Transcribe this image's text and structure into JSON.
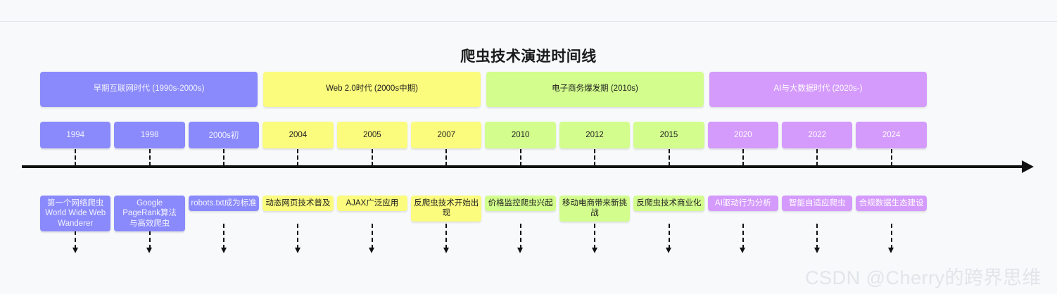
{
  "chart_data": {
    "type": "timeline",
    "title": "爬虫技术演进时间线",
    "xlabel": "",
    "ylabel": "",
    "grid": false,
    "legend": "none",
    "axis": {
      "direction": "right",
      "arrow": true
    },
    "palette": {
      "purple": "#8a8afc",
      "purple_text": "#f2f2ff",
      "yellow": "#fbfb7d",
      "yellow_text": "#1f1f1f",
      "green": "#d3fd8d",
      "green_text": "#1f1f1f",
      "violet": "#d49afc",
      "violet_text": "#ffffff",
      "axis": "#111111",
      "background": "#f7f9fb",
      "watermark": "#e2e5e9"
    },
    "eras": [
      {
        "label": "早期互联网时代 (1990s-2000s)",
        "color": "#8a8afc",
        "text_color": "#f2f2ff",
        "span": 3
      },
      {
        "label": "Web 2.0时代 (2000s中期)",
        "color": "#fbfb7d",
        "text_color": "#1f1f1f",
        "span": 3
      },
      {
        "label": "电子商务爆发期 (2010s)",
        "color": "#d3fd8d",
        "text_color": "#1f1f1f",
        "span": 3
      },
      {
        "label": "AI与大数据时代 (2020s-)",
        "color": "#d49afc",
        "text_color": "#ffffff",
        "span": 3
      }
    ],
    "milestones": [
      {
        "year": "1994",
        "event": "第一个网络爬虫\nWorld Wide Web\nWanderer",
        "era": "早期互联网时代 (1990s-2000s)",
        "color": "#8a8afc",
        "text_color": "#f2f2ff"
      },
      {
        "year": "1998",
        "event": "Google\nPageRank算法\n与高效爬虫",
        "era": "早期互联网时代 (1990s-2000s)",
        "color": "#8a8afc",
        "text_color": "#f2f2ff"
      },
      {
        "year": "2000s初",
        "event": "robots.txt成为标准",
        "era": "早期互联网时代 (1990s-2000s)",
        "color": "#8a8afc",
        "text_color": "#f2f2ff"
      },
      {
        "year": "2004",
        "event": "动态网页技术普及",
        "era": "Web 2.0时代 (2000s中期)",
        "color": "#fbfb7d",
        "text_color": "#1f1f1f"
      },
      {
        "year": "2005",
        "event": "AJAX广泛应用",
        "era": "Web 2.0时代 (2000s中期)",
        "color": "#fbfb7d",
        "text_color": "#1f1f1f"
      },
      {
        "year": "2007",
        "event": "反爬虫技术开始出现",
        "era": "Web 2.0时代 (2000s中期)",
        "color": "#fbfb7d",
        "text_color": "#1f1f1f"
      },
      {
        "year": "2010",
        "event": "价格监控爬虫兴起",
        "era": "电子商务爆发期 (2010s)",
        "color": "#d3fd8d",
        "text_color": "#1f1f1f"
      },
      {
        "year": "2012",
        "event": "移动电商带来新挑战",
        "era": "电子商务爆发期 (2010s)",
        "color": "#d3fd8d",
        "text_color": "#1f1f1f"
      },
      {
        "year": "2015",
        "event": "反爬虫技术商业化",
        "era": "电子商务爆发期 (2010s)",
        "color": "#d3fd8d",
        "text_color": "#1f1f1f"
      },
      {
        "year": "2020",
        "event": "AI驱动行为分析",
        "era": "AI与大数据时代 (2020s-)",
        "color": "#d49afc",
        "text_color": "#ffffff"
      },
      {
        "year": "2022",
        "event": "智能自适应爬虫",
        "era": "AI与大数据时代 (2020s-)",
        "color": "#d49afc",
        "text_color": "#ffffff"
      },
      {
        "year": "2024",
        "event": "合规数据生态建设",
        "era": "AI与大数据时代 (2020s-)",
        "color": "#d49afc",
        "text_color": "#ffffff"
      }
    ]
  },
  "watermark": {
    "text": "CSDN @Cherry的跨界思维"
  }
}
